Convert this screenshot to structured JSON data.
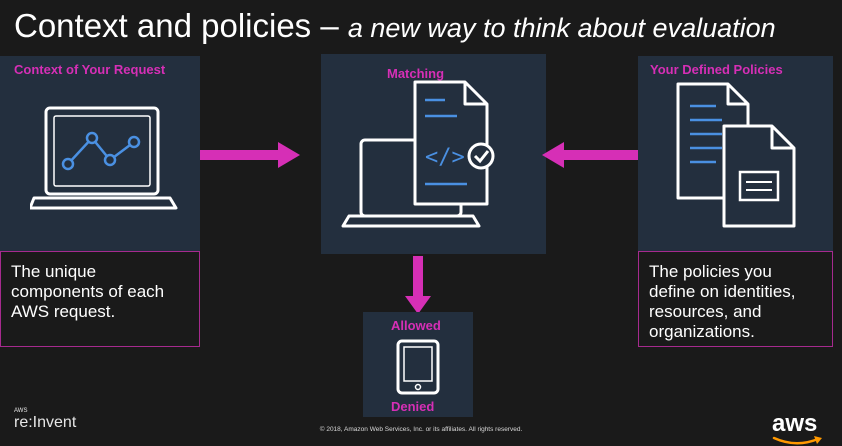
{
  "title": {
    "main": "Context and policies –",
    "subtitle": "a new way to think about evaluation"
  },
  "panels": {
    "context": {
      "label": "Context of Your Request",
      "description": "The unique components of each AWS request."
    },
    "matching": {
      "label": "Matching"
    },
    "policies": {
      "label": "Your Defined Policies",
      "description": "The policies you define on identities, resources, and organizations."
    },
    "decision": {
      "label_top": "Allowed",
      "label_bottom": "Denied"
    }
  },
  "footer": {
    "event_small": "AWS",
    "event": "re:Invent",
    "copyright": "© 2018, Amazon Web Services, Inc. or its affiliates. All rights reserved.",
    "logo": "aws"
  },
  "colors": {
    "background": "#1a1a1a",
    "panel": "#232f3e",
    "accent": "#d62fb6",
    "icon_stroke": "#ffffff",
    "icon_blue": "#4a90e2"
  },
  "icons": [
    "laptop-chart-icon",
    "laptop-code-document-icon",
    "policy-documents-icon",
    "tablet-icon",
    "check-circle-icon"
  ]
}
